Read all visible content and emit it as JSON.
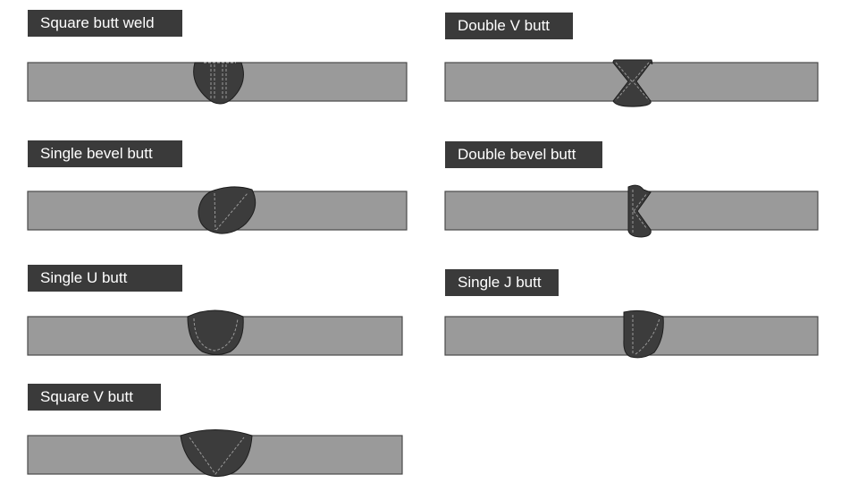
{
  "welds": [
    {
      "id": "square-butt-weld",
      "label": "Square butt weld",
      "icon": "square-butt-weld-icon"
    },
    {
      "id": "double-v-butt",
      "label": "Double V butt",
      "icon": "double-v-butt-weld-icon"
    },
    {
      "id": "single-bevel-butt",
      "label": "Single bevel butt",
      "icon": "single-bevel-butt-weld-icon"
    },
    {
      "id": "double-bevel-butt",
      "label": "Double bevel butt",
      "icon": "double-bevel-butt-weld-icon"
    },
    {
      "id": "single-u-butt",
      "label": "Single U butt",
      "icon": "single-u-butt-weld-icon"
    },
    {
      "id": "single-j-butt",
      "label": "Single J butt",
      "icon": "single-j-butt-weld-icon"
    },
    {
      "id": "square-v-butt",
      "label": "Square V butt",
      "icon": "square-v-butt-weld-icon"
    }
  ],
  "colors": {
    "plate_fill": "#9a9a9a",
    "plate_stroke": "#4a4a4a",
    "weld_fill": "#3c3c3c",
    "weld_stroke": "#1e1e1e",
    "label_bg": "#3a3a3a",
    "label_text": "#ffffff"
  }
}
